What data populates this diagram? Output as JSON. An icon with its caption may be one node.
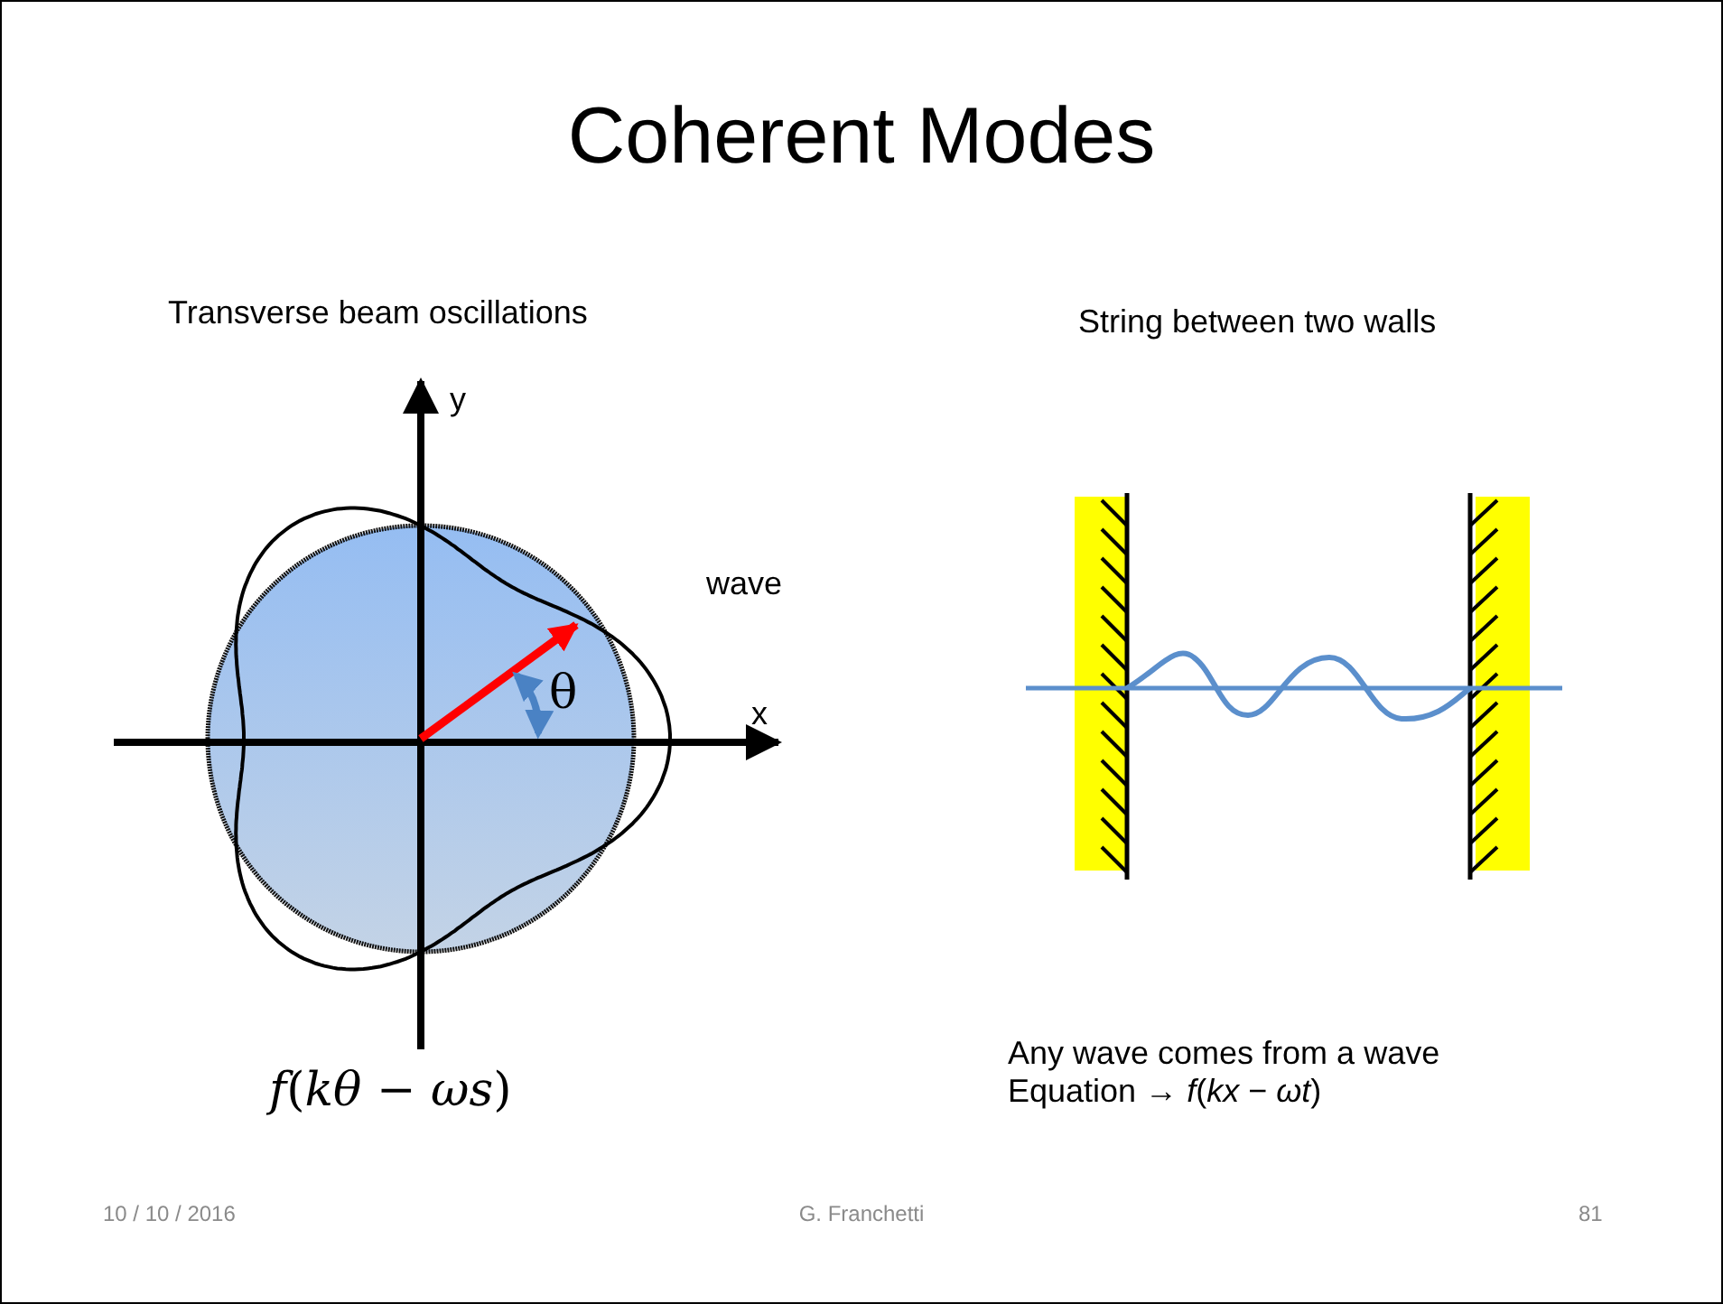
{
  "diagram": {
    "title": "Coherent Modes",
    "labels": [
      "Transverse beam oscillations",
      "String between two walls",
      "y",
      "wave",
      "θ",
      "x",
      "*f*(*kθ* − *ωs*)",
      "Any wave comes from a wave Equation → *f*(*kx* − *ωt*)",
      "10 / 10 / 2016",
      "G. Franchetti",
      "81"
    ]
  }
}
